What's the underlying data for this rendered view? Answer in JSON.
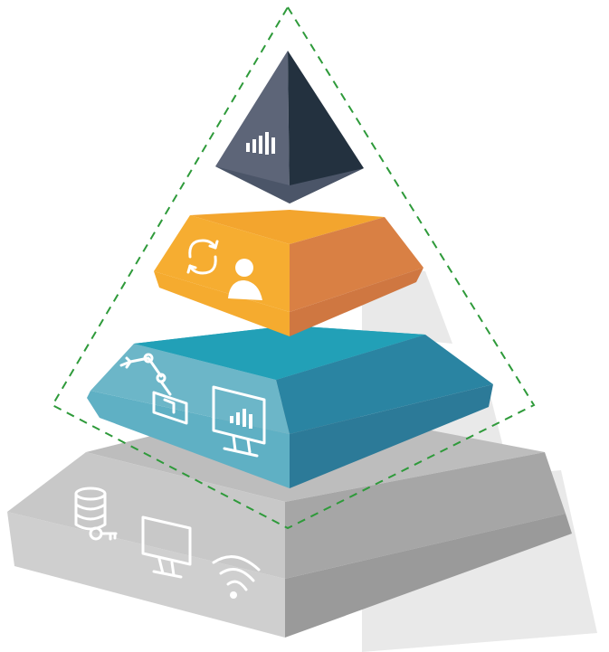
{
  "diagram": {
    "type": "layered-pyramid",
    "tiers": [
      {
        "id": "top",
        "colors": {
          "left_face": "#5d6578",
          "right_face": "#23313f"
        },
        "icons": [
          "bar-chart-icon"
        ]
      },
      {
        "id": "orange",
        "colors": {
          "top_face": "#f3a52e",
          "left_face": "#f5ab2f",
          "right_face": "#d77f45"
        },
        "icons": [
          "sync-arrows-icon",
          "user-icon"
        ]
      },
      {
        "id": "teal",
        "colors": {
          "top_face": "#22a0b7",
          "left_face": "#5fb0c4",
          "right_face": "#2c7a98"
        },
        "icons": [
          "robotic-arm-icon",
          "monitor-chart-icon"
        ]
      },
      {
        "id": "base",
        "colors": {
          "top_face": "#bdbdbd",
          "left_face": "#cfcfcf",
          "right_face": "#9a9a9a"
        },
        "icons": [
          "database-key-icon",
          "monitor-icon",
          "wifi-icon"
        ]
      }
    ],
    "highlight_outline": {
      "style": "dashed",
      "color": "#2e9a3a"
    }
  }
}
